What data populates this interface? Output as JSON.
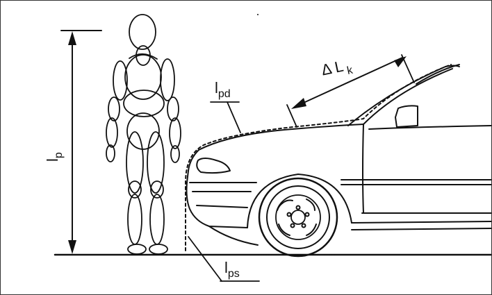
{
  "labels": {
    "lp": {
      "main": "l",
      "sub": "p"
    },
    "lpd": {
      "main": "l",
      "sub": "pd"
    },
    "lps": {
      "main": "l",
      "sub": "ps"
    },
    "delta_lk": {
      "main": "Δ L",
      "sub": "k"
    }
  },
  "colors": {
    "line": "#111111",
    "background": "#ffffff"
  }
}
